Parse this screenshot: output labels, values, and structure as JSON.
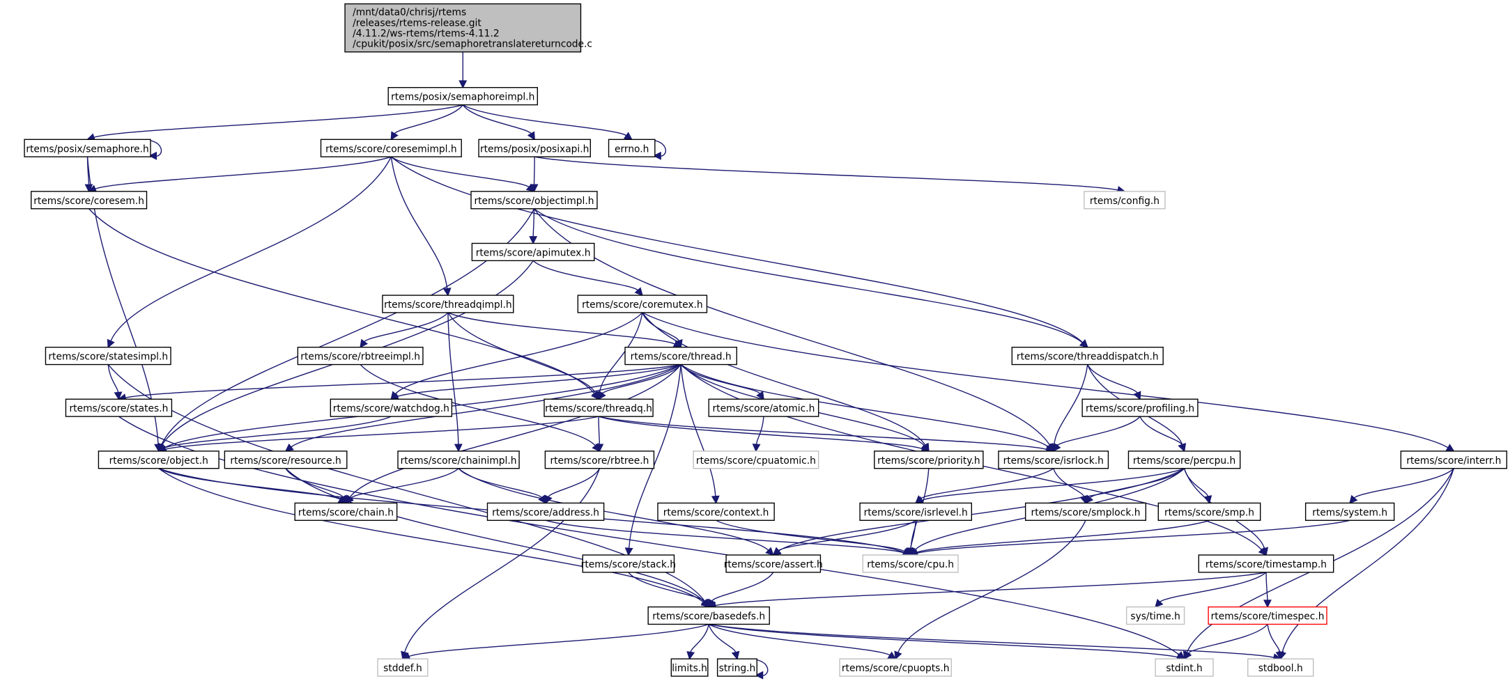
{
  "title": "Include dependency graph for semaphoretranslatereturncode.c",
  "colors": {
    "edge": "#191970",
    "node_border": "#000000",
    "external_border": "#bfbfbf",
    "truncated_border": "#ff0000",
    "root_fill": "#bfbfbf"
  },
  "root": {
    "id": "root",
    "lines": [
      "/mnt/data0/chrisj/rtems",
      "/releases/rtems-release.git",
      "/4.11.2/ws-rtems/rtems-4.11.2",
      "/cpukit/posix/src/semaphoretranslatereturncode.c"
    ]
  },
  "nodes": [
    {
      "id": "semaphoreimpl",
      "label": "rtems/posix/semaphoreimpl.h",
      "kind": "normal"
    },
    {
      "id": "semaphore",
      "label": "rtems/posix/semaphore.h",
      "kind": "normal"
    },
    {
      "id": "coresemimpl",
      "label": "rtems/score/coresemimpl.h",
      "kind": "normal"
    },
    {
      "id": "posixapi",
      "label": "rtems/posix/posixapi.h",
      "kind": "normal"
    },
    {
      "id": "errno",
      "label": "errno.h",
      "kind": "normal"
    },
    {
      "id": "coresem",
      "label": "rtems/score/coresem.h",
      "kind": "normal"
    },
    {
      "id": "objectimpl",
      "label": "rtems/score/objectimpl.h",
      "kind": "normal"
    },
    {
      "id": "config",
      "label": "rtems/config.h",
      "kind": "external"
    },
    {
      "id": "apimutex",
      "label": "rtems/score/apimutex.h",
      "kind": "normal"
    },
    {
      "id": "threadqimpl",
      "label": "rtems/score/threadqimpl.h",
      "kind": "normal"
    },
    {
      "id": "coremutex",
      "label": "rtems/score/coremutex.h",
      "kind": "normal"
    },
    {
      "id": "statesimpl",
      "label": "rtems/score/statesimpl.h",
      "kind": "normal"
    },
    {
      "id": "rbtreeimpl",
      "label": "rtems/score/rbtreeimpl.h",
      "kind": "normal"
    },
    {
      "id": "thread",
      "label": "rtems/score/thread.h",
      "kind": "normal"
    },
    {
      "id": "threaddispatch",
      "label": "rtems/score/threaddispatch.h",
      "kind": "normal"
    },
    {
      "id": "states",
      "label": "rtems/score/states.h",
      "kind": "normal"
    },
    {
      "id": "watchdog",
      "label": "rtems/score/watchdog.h",
      "kind": "normal"
    },
    {
      "id": "threadq",
      "label": "rtems/score/threadq.h",
      "kind": "normal"
    },
    {
      "id": "atomic",
      "label": "rtems/score/atomic.h",
      "kind": "normal"
    },
    {
      "id": "profiling",
      "label": "rtems/score/profiling.h",
      "kind": "normal"
    },
    {
      "id": "object",
      "label": "rtems/score/object.h",
      "kind": "normal"
    },
    {
      "id": "resource",
      "label": "rtems/score/resource.h",
      "kind": "normal"
    },
    {
      "id": "chainimpl",
      "label": "rtems/score/chainimpl.h",
      "kind": "normal"
    },
    {
      "id": "rbtree",
      "label": "rtems/score/rbtree.h",
      "kind": "normal"
    },
    {
      "id": "cpuatomic",
      "label": "rtems/score/cpuatomic.h",
      "kind": "external"
    },
    {
      "id": "priority",
      "label": "rtems/score/priority.h",
      "kind": "normal"
    },
    {
      "id": "isrlock",
      "label": "rtems/score/isrlock.h",
      "kind": "normal"
    },
    {
      "id": "percpu",
      "label": "rtems/score/percpu.h",
      "kind": "normal"
    },
    {
      "id": "interr",
      "label": "rtems/score/interr.h",
      "kind": "normal"
    },
    {
      "id": "chain",
      "label": "rtems/score/chain.h",
      "kind": "normal"
    },
    {
      "id": "address",
      "label": "rtems/score/address.h",
      "kind": "normal"
    },
    {
      "id": "context",
      "label": "rtems/score/context.h",
      "kind": "normal"
    },
    {
      "id": "isrlevel",
      "label": "rtems/score/isrlevel.h",
      "kind": "normal"
    },
    {
      "id": "smplock",
      "label": "rtems/score/smplock.h",
      "kind": "normal"
    },
    {
      "id": "smp",
      "label": "rtems/score/smp.h",
      "kind": "normal"
    },
    {
      "id": "system",
      "label": "rtems/system.h",
      "kind": "normal"
    },
    {
      "id": "stack",
      "label": "rtems/score/stack.h",
      "kind": "normal"
    },
    {
      "id": "assert",
      "label": "rtems/score/assert.h",
      "kind": "normal"
    },
    {
      "id": "cpu",
      "label": "rtems/score/cpu.h",
      "kind": "external"
    },
    {
      "id": "timestamp",
      "label": "rtems/score/timestamp.h",
      "kind": "normal"
    },
    {
      "id": "basedefs",
      "label": "rtems/score/basedefs.h",
      "kind": "normal"
    },
    {
      "id": "systime",
      "label": "sys/time.h",
      "kind": "external"
    },
    {
      "id": "timespec",
      "label": "rtems/score/timespec.h",
      "kind": "truncated"
    },
    {
      "id": "stddef",
      "label": "stddef.h",
      "kind": "external"
    },
    {
      "id": "limits",
      "label": "limits.h",
      "kind": "normal"
    },
    {
      "id": "string",
      "label": "string.h",
      "kind": "normal"
    },
    {
      "id": "cpuopts",
      "label": "rtems/score/cpuopts.h",
      "kind": "external"
    },
    {
      "id": "stdint",
      "label": "stdint.h",
      "kind": "external"
    },
    {
      "id": "stdbool",
      "label": "stdbool.h",
      "kind": "external"
    }
  ],
  "edges": [
    [
      "root",
      "semaphoreimpl"
    ],
    [
      "semaphoreimpl",
      "semaphore"
    ],
    [
      "semaphoreimpl",
      "coresemimpl"
    ],
    [
      "semaphoreimpl",
      "posixapi"
    ],
    [
      "semaphoreimpl",
      "errno"
    ],
    [
      "semaphore",
      "semaphore"
    ],
    [
      "semaphore",
      "coresem"
    ],
    [
      "semaphore",
      "object"
    ],
    [
      "errno",
      "errno"
    ],
    [
      "coresemimpl",
      "coresem"
    ],
    [
      "coresemimpl",
      "objectimpl"
    ],
    [
      "coresemimpl",
      "threadqimpl"
    ],
    [
      "coresemimpl",
      "statesimpl"
    ],
    [
      "coresemimpl",
      "threaddispatch"
    ],
    [
      "posixapi",
      "objectimpl"
    ],
    [
      "posixapi",
      "config"
    ],
    [
      "coresem",
      "threadq"
    ],
    [
      "objectimpl",
      "apimutex"
    ],
    [
      "objectimpl",
      "object"
    ],
    [
      "objectimpl",
      "isrlock"
    ],
    [
      "objectimpl",
      "threaddispatch"
    ],
    [
      "apimutex",
      "coremutex"
    ],
    [
      "apimutex",
      "object"
    ],
    [
      "threadqimpl",
      "thread"
    ],
    [
      "threadqimpl",
      "threadq"
    ],
    [
      "threadqimpl",
      "rbtreeimpl"
    ],
    [
      "threadqimpl",
      "chainimpl"
    ],
    [
      "coremutex",
      "thread"
    ],
    [
      "coremutex",
      "threadq"
    ],
    [
      "coremutex",
      "watchdog"
    ],
    [
      "coremutex",
      "priority"
    ],
    [
      "coremutex",
      "interr"
    ],
    [
      "statesimpl",
      "states"
    ],
    [
      "statesimpl",
      "basedefs"
    ],
    [
      "rbtreeimpl",
      "rbtree"
    ],
    [
      "thread",
      "states"
    ],
    [
      "thread",
      "watchdog"
    ],
    [
      "thread",
      "threadq"
    ],
    [
      "thread",
      "atomic"
    ],
    [
      "thread",
      "object"
    ],
    [
      "thread",
      "resource"
    ],
    [
      "thread",
      "chain"
    ],
    [
      "thread",
      "priority"
    ],
    [
      "thread",
      "isrlock"
    ],
    [
      "thread",
      "context"
    ],
    [
      "thread",
      "stack"
    ],
    [
      "thread",
      "timestamp"
    ],
    [
      "threaddispatch",
      "profiling"
    ],
    [
      "threaddispatch",
      "isrlock"
    ],
    [
      "threaddispatch",
      "percpu"
    ],
    [
      "states",
      "stdint"
    ],
    [
      "watchdog",
      "object"
    ],
    [
      "threadq",
      "object"
    ],
    [
      "threadq",
      "rbtree"
    ],
    [
      "threadq",
      "priority"
    ],
    [
      "threadq",
      "isrlock"
    ],
    [
      "atomic",
      "cpuatomic"
    ],
    [
      "profiling",
      "isrlock"
    ],
    [
      "profiling",
      "percpu"
    ],
    [
      "object",
      "chain"
    ],
    [
      "object",
      "basedefs"
    ],
    [
      "object",
      "cpu"
    ],
    [
      "resource",
      "chain"
    ],
    [
      "resource",
      "basedefs"
    ],
    [
      "chainimpl",
      "chain"
    ],
    [
      "chainimpl",
      "address"
    ],
    [
      "chainimpl",
      "assert"
    ],
    [
      "rbtree",
      "address"
    ],
    [
      "rbtree",
      "stddef"
    ],
    [
      "priority",
      "cpu"
    ],
    [
      "isrlock",
      "isrlevel"
    ],
    [
      "isrlock",
      "smplock"
    ],
    [
      "percpu",
      "isrlevel"
    ],
    [
      "percpu",
      "smplock"
    ],
    [
      "percpu",
      "smp"
    ],
    [
      "percpu",
      "cpu"
    ],
    [
      "percpu",
      "assert"
    ],
    [
      "percpu",
      "timestamp"
    ],
    [
      "interr",
      "system"
    ],
    [
      "interr",
      "stdint"
    ],
    [
      "interr",
      "stdbool"
    ],
    [
      "address",
      "cpu"
    ],
    [
      "context",
      "cpu"
    ],
    [
      "isrlevel",
      "cpu"
    ],
    [
      "isrlevel",
      "assert"
    ],
    [
      "smplock",
      "cpuopts"
    ],
    [
      "smp",
      "cpu"
    ],
    [
      "system",
      "cpu"
    ],
    [
      "stack",
      "basedefs"
    ],
    [
      "assert",
      "basedefs"
    ],
    [
      "timestamp",
      "basedefs"
    ],
    [
      "timestamp",
      "systime"
    ],
    [
      "timestamp",
      "timespec"
    ],
    [
      "timespec",
      "stdint"
    ],
    [
      "timespec",
      "stdbool"
    ],
    [
      "basedefs",
      "stddef"
    ],
    [
      "basedefs",
      "limits"
    ],
    [
      "basedefs",
      "string"
    ],
    [
      "basedefs",
      "cpuopts"
    ],
    [
      "basedefs",
      "stdint"
    ],
    [
      "basedefs",
      "stdbool"
    ],
    [
      "string",
      "string"
    ]
  ]
}
